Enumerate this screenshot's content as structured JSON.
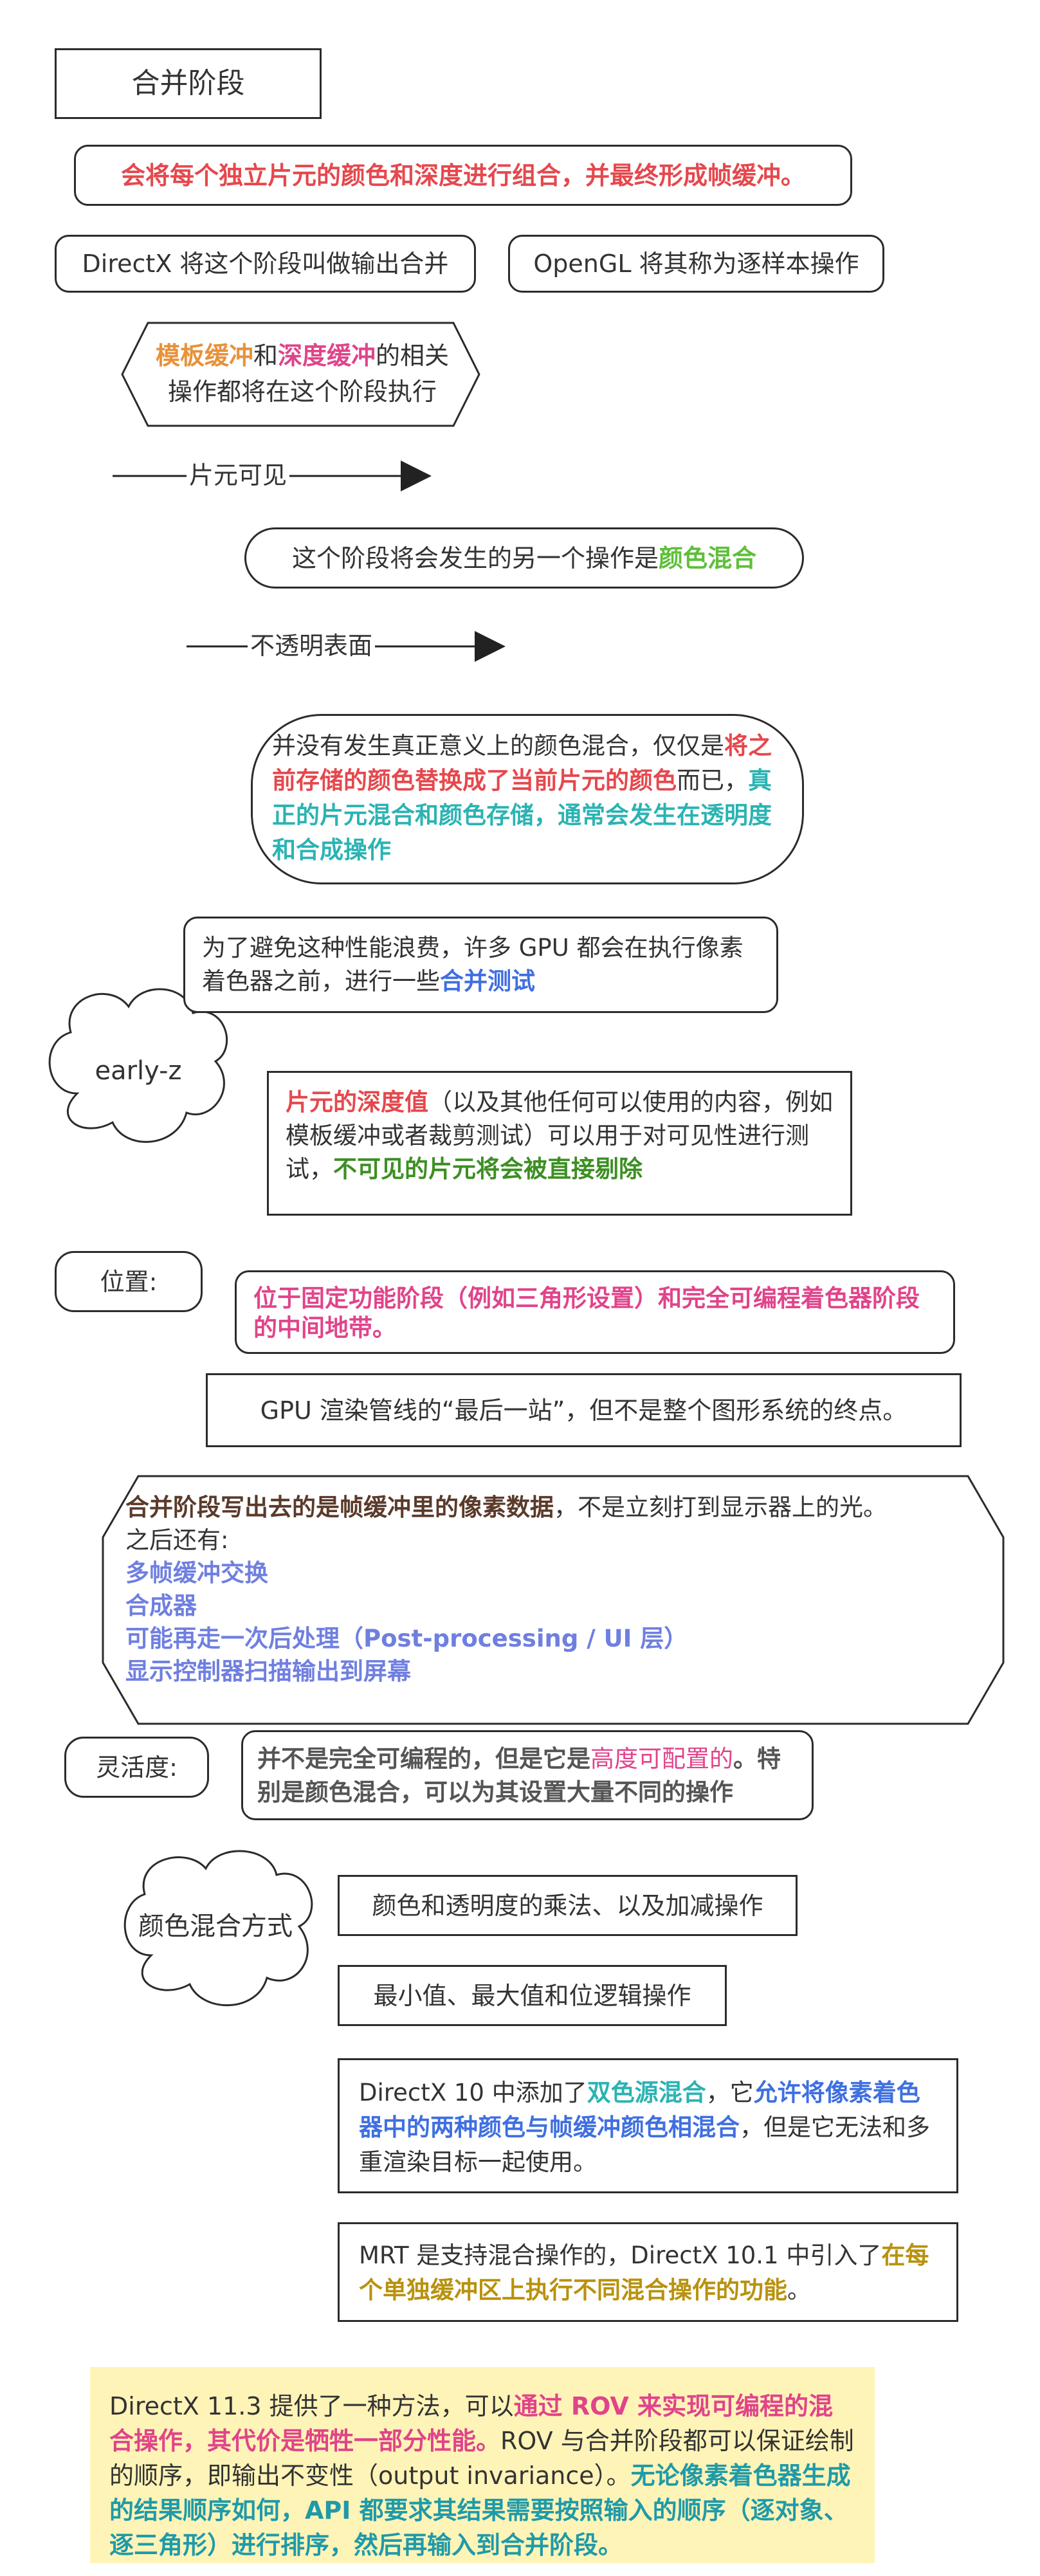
{
  "title": "合并阶段",
  "intro": {
    "p1": "会将每个独立片元的颜色和深度进行组合，并最终形成帧缓冲。"
  },
  "naming": {
    "directx": "DirectX 将这个阶段叫做输出合并",
    "opengl": "OpenGL 将其称为逐样本操作"
  },
  "stencil": {
    "a": "模板缓冲",
    "b": "和",
    "c": "深度缓冲",
    "d": "的相关操作都将在这个阶段执行"
  },
  "arrow1": "片元可见",
  "blend_box": {
    "a": "这个阶段将会发生的另一个操作是",
    "b": "颜色混合"
  },
  "arrow2": "不透明表面",
  "replace": {
    "a": "并没有发生真正意义上的颜色混合，仅仅是",
    "b": "将之前存储的颜色替换成了当前片元的颜色",
    "c": "而已，",
    "d": "真正的片元混合和颜色存储，通常会发生在透明度和合成操作"
  },
  "avoid": {
    "a": "为了避免这种性能浪费，许多 GPU 都会在执行像素着色器之前，进行一些",
    "b": "合并测试"
  },
  "earlyz": {
    "cloud": "early-z",
    "a": "片元的深度值",
    "b": "（以及其他任何可以使用的内容，例如模板缓冲或者裁剪测试）可以用于对可见性进行测试，",
    "c": "不可见的片元将会被直接剔除"
  },
  "position": {
    "label": "位置:",
    "a": "位于固定功能阶段（例如三角形设置）和完全可编程着色器阶段的中间地带。",
    "b": "GPU 渲染管线的“最后一站”，但不是整个图形系统的终点。"
  },
  "after": {
    "a": "合并阶段写出去的是帧缓冲里的像素数据",
    "b": "，不是立刻打到显示器上的光。",
    "c": "之后还有:",
    "items": [
      "多帧缓冲交换",
      "合成器",
      "可能再走一次后处理（Post-processing / UI 层）",
      "显示控制器扫描输出到屏幕"
    ]
  },
  "flex": {
    "label": "灵活度:",
    "a": "并不是完全可编程的，但是它是",
    "b": "高度可配置的",
    "c": "。特别是颜色混合，可以为其设置大量不同的操作"
  },
  "modes": {
    "cloud": "颜色混合方式",
    "m1": "颜色和透明度的乘法、以及加减操作",
    "m2": "最小值、最大值和位逻辑操作",
    "m3a": "DirectX 10 中添加了",
    "m3b": "双色源混合",
    "m3c": "，它",
    "m3d": "允许将像素着色器中的两种颜色与帧缓冲颜色相混合",
    "m3e": "，但是它无法和多重渲染目标一起使用。",
    "m4a": "MRT 是支持混合操作的，DirectX 10.1 中引入了",
    "m4b": "在每个单独缓冲区上执行不同混合操作的功能",
    "m4c": "。"
  },
  "note": {
    "a": "DirectX 11.3 提供了一种方法，可以",
    "b": "通过 ROV 来实现可编程的混合操作，其代价是牺牲一部分性能。",
    "c": "ROV 与合并阶段都可以保证绘制的顺序，即输出不变性（output invariance）。",
    "d": "无论像素着色器生成的结果顺序如何，API 都要求其结果需要按照输入的顺序（逐对象、逐三角形）进行排序，然后再输入到合并阶段。"
  },
  "colors": {
    "red": "#e5484d",
    "orange": "#e8913a",
    "pink": "#e0448a",
    "green": "#5fbf3a",
    "teal": "#2bb3b3",
    "blue": "#3f6fe0",
    "gold": "#b8920e",
    "note_bg": "#fff4b8"
  }
}
